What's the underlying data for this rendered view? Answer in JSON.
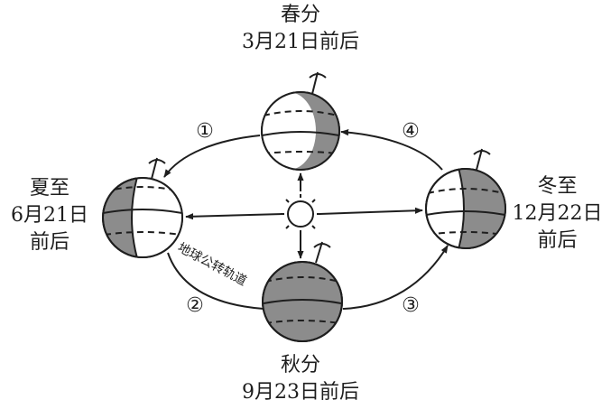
{
  "seasons": {
    "spring": {
      "name": "春分",
      "date": "3月21日前后"
    },
    "summer": {
      "name_a": "夏至",
      "name_b": "6月21日",
      "name_c": "前后"
    },
    "autumn": {
      "name": "秋分",
      "date": "9月23日前后"
    },
    "winter": {
      "name_a": "冬至",
      "name_b": "12月22日",
      "name_c": "前后"
    }
  },
  "orbit_label": "地球公转轨道",
  "stage_markers": [
    "①",
    "②",
    "③",
    "④"
  ],
  "colors": {
    "line": "#1e1e1e",
    "shade": "#8c8c8c",
    "paper": "#ffffff"
  }
}
